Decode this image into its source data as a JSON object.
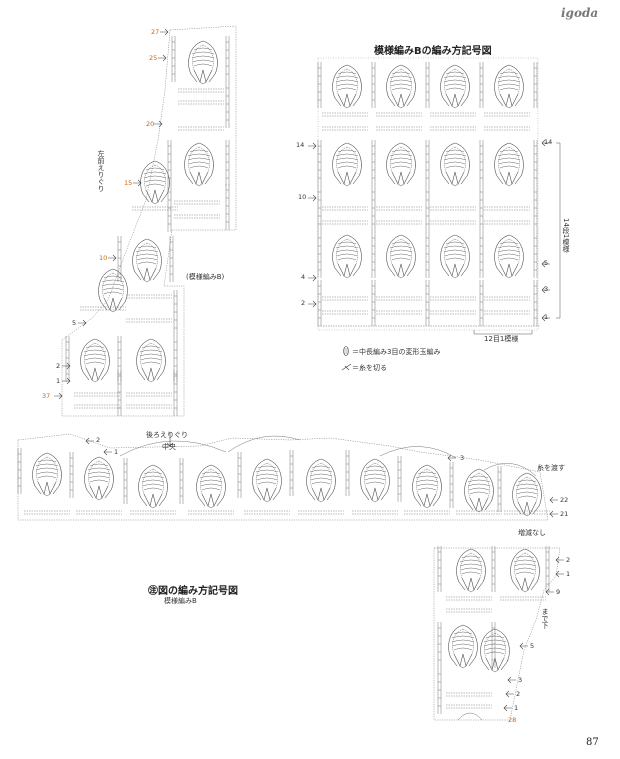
{
  "brand": "igoda",
  "colors": {
    "ink": "#555555",
    "orange": "#c86410",
    "text": "#222222"
  },
  "diagram_b": {
    "title": "模様編みBの編み方記号図",
    "rows_label": "14段1模様",
    "stitches_label": "12目1模様",
    "left_rows": [
      "14",
      "10",
      "4",
      "2"
    ],
    "right_rows": [
      "14",
      "5",
      "3",
      "1"
    ]
  },
  "legend": {
    "item1": "＝中長編み3目の変形玉編み",
    "item2": "＝糸を切る",
    "icon1": "puff-stitch-icon",
    "icon2": "cut-yarn-icon"
  },
  "front_band": {
    "label": "左前えりぐり",
    "pattern_label": "(模様編みB)",
    "rows": [
      "27",
      "25",
      "20",
      "15",
      "10",
      "5",
      "2",
      "1",
      "37"
    ]
  },
  "back_band": {
    "label": "後ろえりぐり",
    "center_label": "中央",
    "rows": [
      "2",
      "1",
      "3",
      "22",
      "21",
      "2",
      "1",
      "9",
      "5",
      "3",
      "2",
      "1",
      "28"
    ],
    "attach_label": "糸を渡す",
    "no_inc_label": "増減なし",
    "ladder_label": "まで下"
  },
  "star_chart": {
    "title": "㊟図の編み方記号図",
    "subtitle": "模様編みB"
  },
  "page_number": "87"
}
